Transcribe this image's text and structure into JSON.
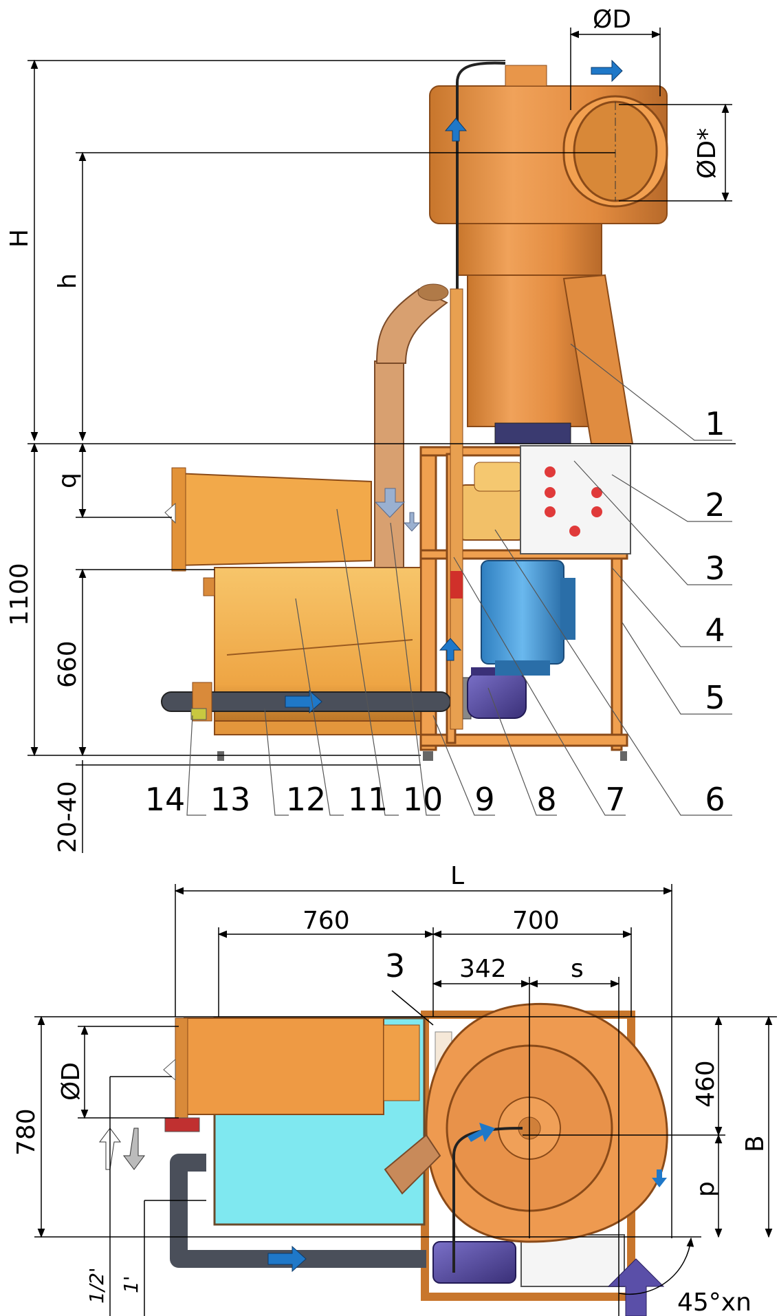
{
  "side_view": {
    "dims": {
      "D_top": "ØD",
      "D_star": "ØD*",
      "H": "H",
      "h": "h",
      "q": "q",
      "d1100": "1100",
      "d660": "660",
      "d2040": "20-40"
    },
    "callouts": [
      "1",
      "2",
      "3",
      "4",
      "5",
      "6",
      "7",
      "8",
      "9",
      "10",
      "11",
      "12",
      "13",
      "14"
    ]
  },
  "top_view": {
    "dims": {
      "L": "L",
      "d760": "760",
      "d700": "700",
      "d342": "342",
      "s": "s",
      "d780": "780",
      "d460": "460",
      "p": "p",
      "B": "B",
      "D": "ØD",
      "pipe_a": "1/2'",
      "pipe_b": "1'",
      "angle": "45°xn",
      "ref3": "3"
    }
  },
  "colors": {
    "orange": "#e8964a",
    "orange_dark": "#b86a2a",
    "tank_yellow": "#f2b24c",
    "motor_blue": "#4aa3e0",
    "pump_purple": "#5a4fa8",
    "pipe_dark": "#4a4f5a",
    "cyan": "#7fe8f0",
    "arrow_blue": "#1f78c8"
  }
}
